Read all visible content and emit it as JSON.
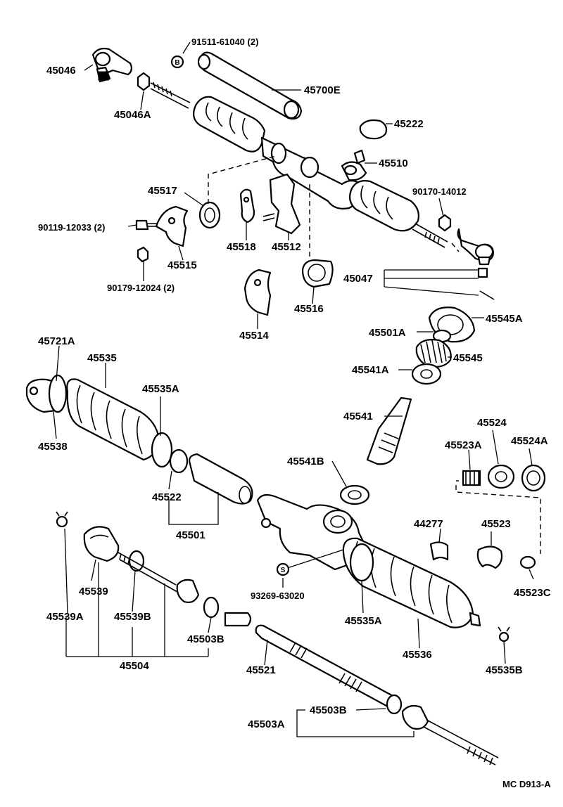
{
  "diagram": {
    "code": "MC D913-A",
    "badges": {
      "b": "B",
      "s": "S"
    },
    "labels": {
      "p91511": "91511-61040 (2)",
      "p45046": "45046",
      "p45700E": "45700E",
      "p45046A": "45046A",
      "p45222": "45222",
      "p45510": "45510",
      "p45517": "45517",
      "p90170": "90170-14012",
      "p90119": "90119-12033 (2)",
      "p45518": "45518",
      "p45512": "45512",
      "p45515": "45515",
      "p45047": "45047",
      "p90179": "90179-12024 (2)",
      "p45516": "45516",
      "p45514": "45514",
      "p45545A": "45545A",
      "p45501A": "45501A",
      "p45721A": "45721A",
      "p45535": "45535",
      "p45545": "45545",
      "p45541A": "45541A",
      "p45535A_top": "45535A",
      "p45541": "45541",
      "p45524": "45524",
      "p45523A": "45523A",
      "p45524A": "45524A",
      "p45538": "45538",
      "p45541B": "45541B",
      "p45522": "45522",
      "p45501": "45501",
      "p44277": "44277",
      "p45523": "45523",
      "p45539": "45539",
      "p93269": "93269-63020",
      "p45523C": "45523C",
      "p45539A": "45539A",
      "p45539B": "45539B",
      "p45535A_bot": "45535A",
      "p45503B_left": "45503B",
      "p45536": "45536",
      "p45504": "45504",
      "p45521": "45521",
      "p45535B": "45535B",
      "p45503B_bot": "45503B",
      "p45503A": "45503A"
    }
  }
}
